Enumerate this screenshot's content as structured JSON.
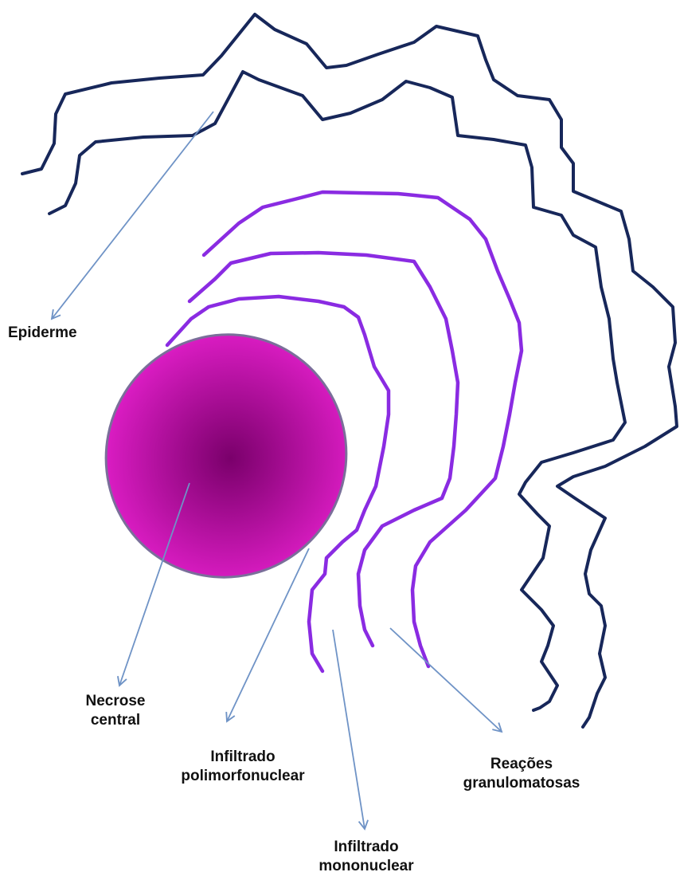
{
  "labels": {
    "epiderme": "Epiderme",
    "necrose": [
      "Necrose",
      "central"
    ],
    "polimorfonuclear": [
      "Infiltrado",
      "polimorfonuclear"
    ],
    "mononuclear": [
      "Infiltrado",
      "mononuclear"
    ],
    "granulomatosas": [
      "Reações",
      "granulomatosas"
    ]
  },
  "colors": {
    "epidermis_line": "#17275a",
    "infiltrate_line": "#8a2be2",
    "arrow": "#6f93c6",
    "necrosis_center": "#7a006b",
    "necrosis_edge": "#e01ec8",
    "necrosis_outline": "#7a6f9a"
  }
}
